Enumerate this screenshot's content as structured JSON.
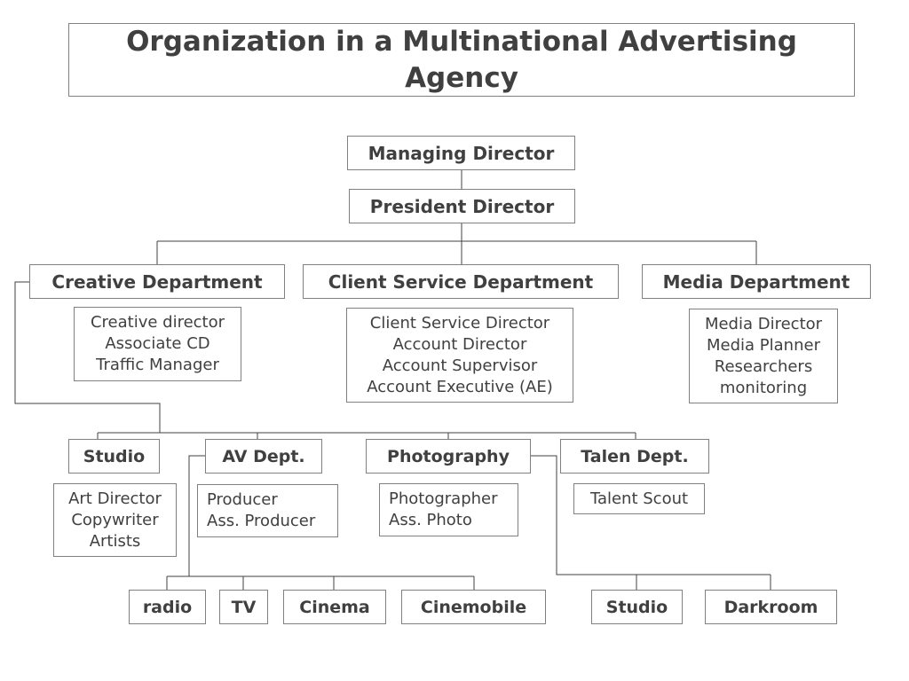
{
  "title": "Organization in a Multinational Advertising Agency",
  "top": {
    "managing_director": "Managing Director",
    "president_director": "President Director"
  },
  "departments": {
    "creative": {
      "label": "Creative Department",
      "roles": [
        "Creative director",
        "Associate CD",
        "Traffic Manager"
      ]
    },
    "client_service": {
      "label": "Client Service Department",
      "roles": [
        "Client Service Director",
        "Account Director",
        "Account Supervisor",
        "Account Executive (AE)"
      ]
    },
    "media": {
      "label": "Media Department",
      "roles": [
        "Media Director",
        "Media Planner",
        "Researchers",
        "monitoring"
      ]
    }
  },
  "creative_units": {
    "studio": {
      "label": "Studio",
      "roles": [
        "Art Director",
        "Copywriter",
        "Artists"
      ]
    },
    "av": {
      "label": "AV Dept.",
      "roles": [
        "Producer",
        "Ass. Producer"
      ]
    },
    "photography": {
      "label": "Photography",
      "roles": [
        "Photographer",
        "Ass. Photo"
      ]
    },
    "talent": {
      "label": "Talen Dept.",
      "roles": [
        "Talent Scout"
      ]
    }
  },
  "av_units": [
    "radio",
    "TV",
    "Cinema",
    "Cinemobile"
  ],
  "photo_units": [
    "Studio",
    "Darkroom"
  ]
}
